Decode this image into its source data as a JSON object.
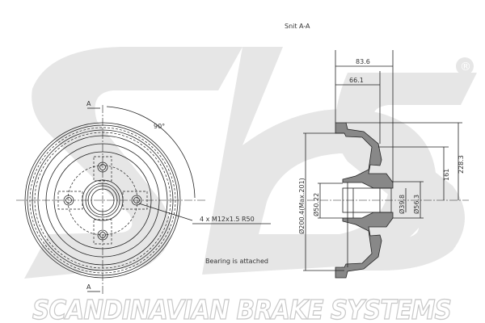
{
  "drawing": {
    "section_title": "Snit A-A",
    "section_marker": "A",
    "angle_label": "90°",
    "bolt_label": "4 x M12x1.5 R50",
    "note": "Bearing is attached",
    "dimensions": {
      "overall_width": "83.6",
      "inner_width": "66.1",
      "outer_height": "228.3",
      "inner_height": "161",
      "drum_diameter": "Ø200.4(Max.201)",
      "bearing_bore": "Ø50.22",
      "hub_bore": "Ø39.8",
      "hub_outer": "Ø56.3"
    }
  },
  "brand": {
    "logo": "sbs",
    "registered_mark": "®",
    "tagline": "SCANDINAVIAN BRAKE SYSTEMS"
  },
  "colors": {
    "watermark": "#e4e4e4",
    "line": "#222222"
  }
}
